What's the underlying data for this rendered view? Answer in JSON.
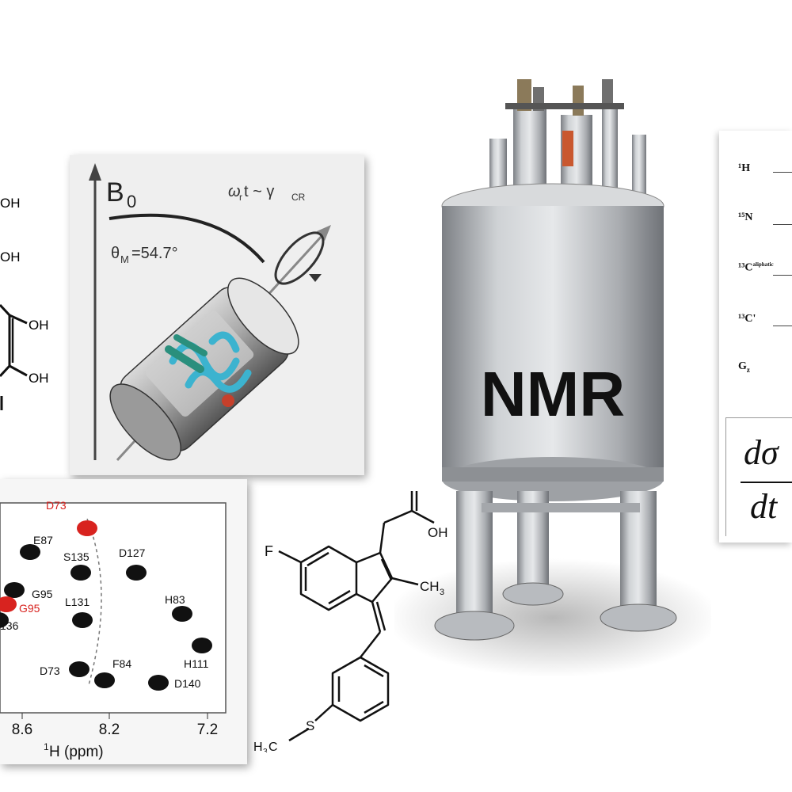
{
  "left_molecule": {
    "labels": [
      "OH",
      "OH",
      "OH",
      "OH"
    ]
  },
  "mas": {
    "field_label": "B",
    "field_sub": "0",
    "rotor_eq_a": "ω",
    "rotor_eq_a_sub": "r",
    "rotor_eq_b": "t ~ γ",
    "rotor_eq_b_sub": "CR",
    "angle_label": "θ",
    "angle_sub": "M",
    "angle_value": "=54.7°"
  },
  "magnet": {
    "label": "NMR",
    "colors": {
      "body": "#b9bcc0",
      "highlight": "#e6e8ea",
      "shadow": "#7d8085"
    }
  },
  "pulse_sequence": {
    "channels": [
      "¹H",
      "¹⁵N",
      "¹³C",
      "¹³C'",
      "G"
    ],
    "channel_sub": [
      "",
      "",
      "aliphatic",
      "",
      "z"
    ],
    "equation_num": "dσ",
    "equation_den": "dt"
  },
  "spectrum": {
    "xlabel_sup": "1",
    "xlabel": "H (ppm)",
    "x_ticks": [
      "8.6",
      "8.2",
      "7.2"
    ],
    "peaks": [
      {
        "label": "D73",
        "color": "red"
      },
      {
        "label": "E87",
        "color": "black"
      },
      {
        "label": "S135",
        "color": "black"
      },
      {
        "label": "D127",
        "color": "black"
      },
      {
        "label": "G95",
        "color": "black"
      },
      {
        "label": "G95",
        "color": "red"
      },
      {
        "label": "L131",
        "color": "black"
      },
      {
        "label": "H83",
        "color": "black"
      },
      {
        "label": "136",
        "color": "black"
      },
      {
        "label": "H111",
        "color": "black"
      },
      {
        "label": "D73",
        "color": "black"
      },
      {
        "label": "F84",
        "color": "black"
      },
      {
        "label": "D140",
        "color": "black"
      }
    ]
  },
  "sulindac": {
    "labels": {
      "fluorine": "F",
      "hydroxyl": "OH",
      "methyl": "CH",
      "methyl_sub": "3",
      "methylthio_a": "H",
      "methylthio_sub": "3",
      "methylthio_b": "C",
      "sulfur": "S"
    }
  },
  "colors": {
    "red_peak": "#d8231f",
    "black_peak": "#111111",
    "rotor_cyan": "#3cb3cf",
    "rotor_green": "#2a8f7d",
    "rotor_red": "#c6402b"
  }
}
